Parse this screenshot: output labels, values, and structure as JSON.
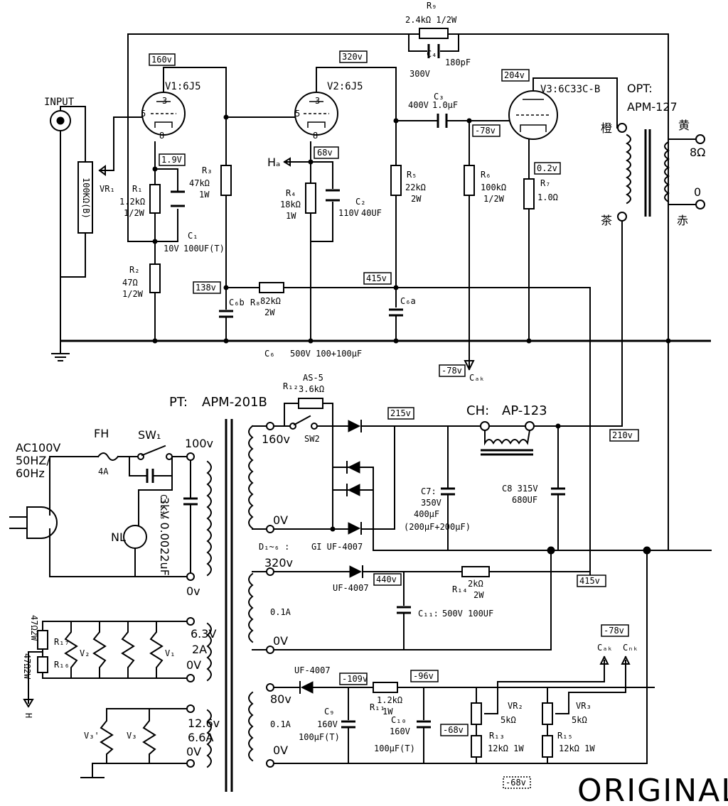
{
  "title_mark": "ORIGINAL",
  "input": {
    "label": "INPUT",
    "vr1": "VR₁",
    "vr1_value": "100KΩ(B)"
  },
  "tubes": {
    "v1": "V1:6J5",
    "v2": "V2:6J5",
    "v3": "V3:6C33C-B",
    "pin3": "3",
    "pin5": "5",
    "pin8": "8"
  },
  "voltages": {
    "v1_plate": "160v",
    "v2_plate": "320v",
    "v3_plate": "204v",
    "v1_cathode": "1.9V",
    "v2_cathode": "68v",
    "v3_grid": "-78v",
    "v3_cathode": "0.2v",
    "b138": "138v",
    "b415": "415v",
    "cath_bias": "-78v",
    "rect_out": "215v",
    "choke_out": "210v",
    "hv_440": "440v",
    "hv_415": "415v",
    "neg_78": "-78v",
    "neg_109": "-109v",
    "neg_96": "-96v",
    "neg_68": "-68v",
    "neg_68b": "-68v"
  },
  "components": {
    "r1": [
      "R₁",
      "1.2kΩ",
      "1/2W"
    ],
    "r2": [
      "R₂",
      "47Ω",
      "1/2W"
    ],
    "r3": [
      "R₃",
      "47kΩ",
      "1W"
    ],
    "r4": [
      "R₄",
      "18kΩ",
      "1W"
    ],
    "r5": [
      "R₅",
      "22kΩ",
      "2W"
    ],
    "r6": [
      "R₆",
      "100kΩ",
      "1/2W"
    ],
    "r7": [
      "R₇",
      "1.0Ω"
    ],
    "r8": [
      "R₈",
      "82kΩ",
      "2W"
    ],
    "r9": [
      "R₉",
      "2.4kΩ 1/2W"
    ],
    "c1": [
      "C₁",
      "10V",
      "100UF(T)"
    ],
    "c2": [
      "C₂",
      "110V",
      "40UF"
    ],
    "c3": [
      "C₃",
      "400V",
      "1.0μF"
    ],
    "c4": [
      "C₄",
      "180pF",
      "300V"
    ],
    "c6": [
      "C₆",
      "500V 100+100μF"
    ],
    "c6a": "C₆a",
    "c6b": "C₆b",
    "ha": "Hₐ",
    "cak": "Cₐₖ",
    "cbk": "Cₙₖ"
  },
  "opt": {
    "label": "OPT:",
    "model": "APM-127",
    "orange": "橙",
    "brown": "茶",
    "yellow": "黄",
    "red": "赤",
    "tap8": "8Ω",
    "tap0": "0"
  },
  "power": {
    "pt": "PT:",
    "pt_model": "APM-201B",
    "ac": [
      "AC100V",
      "50HZ/",
      "60Hz"
    ],
    "fh": "FH",
    "fuse": "4A",
    "sw1": "SW₁",
    "sw2": "SW2",
    "tap100": "100v",
    "tap0": "0v",
    "cap_neon": "C₁₂₁₃",
    "cap_rating": "3kV 0.0022uF",
    "nl": "NL",
    "r12": "R₁₂",
    "as5": "AS-5",
    "r12_val": "3.6kΩ",
    "tap160": "160v",
    "tap0v": "0V",
    "diodes": "D₁~₆ :",
    "diode_type": "GI UF-4007",
    "ch": "CH:",
    "ch_model": "AP-123",
    "c7": [
      "C7:",
      "350V",
      "400μF",
      "(200μF+200μF)"
    ],
    "c8": [
      "C8 315V",
      "680UF"
    ],
    "tap320": "320v",
    "uf4007a": "UF-4007",
    "cur01": "0.1A",
    "tap0c": "0V",
    "r14": [
      "R₁₄",
      "2kΩ",
      "2W"
    ],
    "c11": [
      "C₁₁:",
      "500V 100UF"
    ],
    "heater_v": "6.3V",
    "heater_a": "2A",
    "heater_0": "0V",
    "r17": "R₁₇",
    "r16": "R₁₆",
    "r17_val": "47Ω2W",
    "r16_val": "47Ω2W",
    "h_label": "H",
    "v1h": "V₁",
    "v2h": "V₂",
    "v3h": "V₃",
    "v3h2": "V₃'",
    "h126v": "12.6v",
    "h66a": "6.6A",
    "h0v": "0V",
    "uf4007b": "UF-4007",
    "tap80": "80v",
    "cur01b": "0.1A",
    "tap0d": "0V",
    "r11": [
      "R₁₁",
      "1.2kΩ",
      "1W"
    ],
    "c9": [
      "C₉",
      "160V",
      "100μF(T)"
    ],
    "c10": [
      "C₁₀",
      "160V",
      "100μF(T)"
    ],
    "vr2": [
      "VR₂",
      "5kΩ"
    ],
    "vr3": [
      "VR₃",
      "5kΩ"
    ],
    "r13": [
      "R₁₃",
      "12kΩ 1W"
    ],
    "r15": [
      "R₁₅",
      "12kΩ 1W"
    ]
  }
}
